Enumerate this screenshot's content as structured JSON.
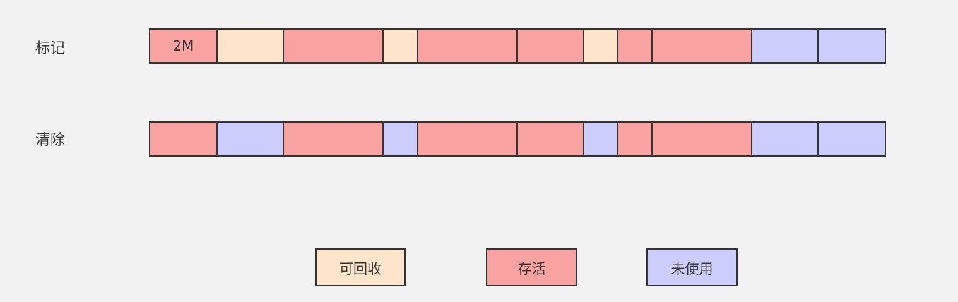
{
  "colors": {
    "reclaimable": "#fde4cb",
    "alive": "#f9a2a2",
    "unused": "#cdcdfb",
    "border": "#333333"
  },
  "rows": [
    {
      "label": "标记",
      "segments": [
        {
          "state": "alive",
          "units": 2,
          "text": "2M"
        },
        {
          "state": "reclaimable",
          "units": 2,
          "text": ""
        },
        {
          "state": "alive",
          "units": 3,
          "text": ""
        },
        {
          "state": "reclaimable",
          "units": 1,
          "text": ""
        },
        {
          "state": "alive",
          "units": 3,
          "text": ""
        },
        {
          "state": "alive",
          "units": 2,
          "text": ""
        },
        {
          "state": "reclaimable",
          "units": 1,
          "text": ""
        },
        {
          "state": "alive",
          "units": 1,
          "text": ""
        },
        {
          "state": "alive",
          "units": 3,
          "text": ""
        },
        {
          "state": "unused",
          "units": 2,
          "text": ""
        },
        {
          "state": "unused",
          "units": 2,
          "text": ""
        }
      ]
    },
    {
      "label": "清除",
      "segments": [
        {
          "state": "alive",
          "units": 2,
          "text": ""
        },
        {
          "state": "unused",
          "units": 2,
          "text": ""
        },
        {
          "state": "alive",
          "units": 3,
          "text": ""
        },
        {
          "state": "unused",
          "units": 1,
          "text": ""
        },
        {
          "state": "alive",
          "units": 3,
          "text": ""
        },
        {
          "state": "alive",
          "units": 2,
          "text": ""
        },
        {
          "state": "unused",
          "units": 1,
          "text": ""
        },
        {
          "state": "alive",
          "units": 1,
          "text": ""
        },
        {
          "state": "alive",
          "units": 3,
          "text": ""
        },
        {
          "state": "unused",
          "units": 2,
          "text": ""
        },
        {
          "state": "unused",
          "units": 2,
          "text": ""
        }
      ]
    }
  ],
  "legend": {
    "reclaimable": "可回收",
    "alive": "存活",
    "unused": "未使用"
  }
}
